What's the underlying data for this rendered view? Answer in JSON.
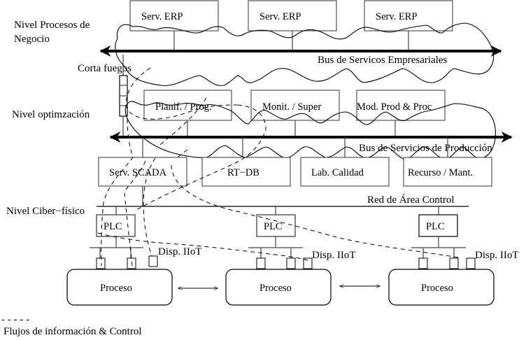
{
  "levels": {
    "business": "Nivel Procesos de",
    "business_line2": "Negocio",
    "optimization": "Nivel optimzación",
    "cyber_physical": "Nivel Ciber−físico"
  },
  "firewall_label": "Corta fuegos",
  "erp_servers": [
    "Serv. ERP",
    "Serv. ERP",
    "Serv. ERP"
  ],
  "enterprise_bus": "Bus de Servicos Empresariales",
  "optimization_boxes": [
    "Planif. / Prog.",
    "Monit. / Super",
    "Mod. Prod & Proc"
  ],
  "production_bus": "Bus de Servicios de Producción",
  "production_boxes": [
    "Serv. SCADA",
    "RT−DB",
    "Lab. Calidad",
    "Recurso / Mant."
  ],
  "control_network": "Red de Área Control",
  "plcs": [
    "PLC",
    "PLC",
    "PLC"
  ],
  "iiot_devices": [
    "Disp. IIoT",
    "Disp. IIoT",
    "Disp. IIoT"
  ],
  "processes": [
    "Proceso",
    "Proceso",
    "Proceso"
  ],
  "legend": {
    "symbol": "- - - - -",
    "label": "Flujos de información & Control"
  }
}
